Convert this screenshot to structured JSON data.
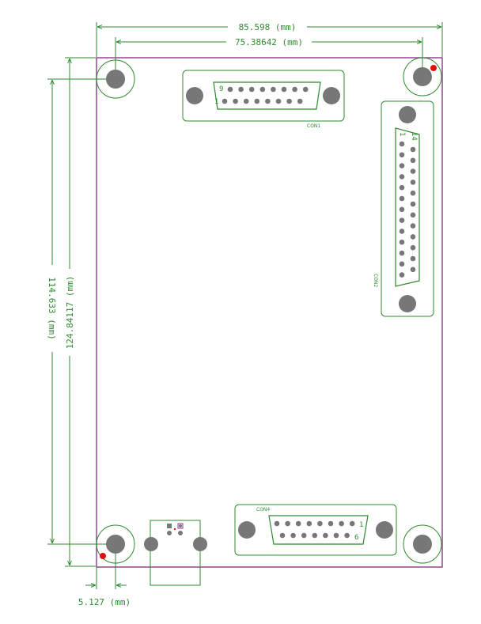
{
  "colors": {
    "outline": "#8a3a8a",
    "drawing": "#2f8a2f",
    "hole": "#777777",
    "marker": "#e01010",
    "background": "#ffffff"
  },
  "dimensions": {
    "overall_width": "85.598 (mm)",
    "hole_spacing_x": "75.38642 (mm)",
    "hole_spacing_y": "114.633 (mm)",
    "overall_height": "124.84117 (mm)",
    "hole_offset": "5.127 (mm)"
  },
  "connectors": {
    "con1": {
      "label": "CON1",
      "pin_first": "1",
      "pin_last": "9"
    },
    "con2": {
      "label": "CON2",
      "pin_first": "1",
      "pin_last": "14"
    },
    "con4": {
      "label": "CON4",
      "pin_first": "1",
      "pin_last": "6"
    }
  }
}
